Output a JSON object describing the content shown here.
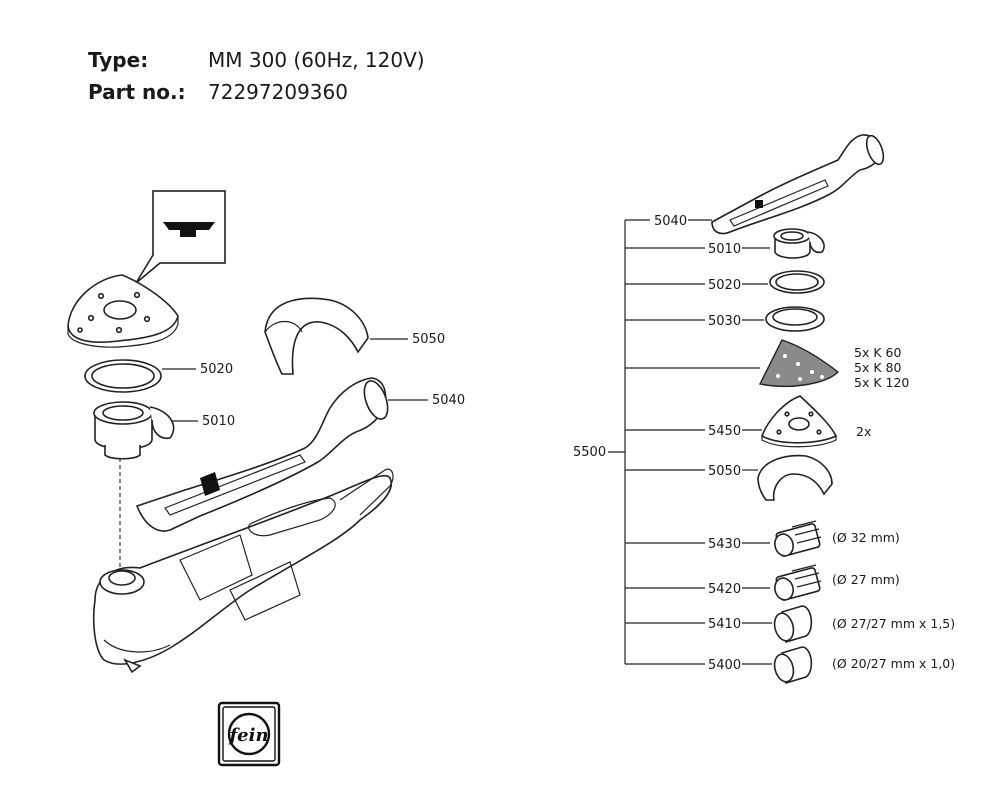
{
  "header": {
    "type_label": "Type:",
    "type_value": "MM 300 (60Hz, 120V)",
    "part_label": "Part no.:",
    "part_value": "72297209360"
  },
  "left_callouts": [
    "5050",
    "5020",
    "5010",
    "5040"
  ],
  "right_tree": {
    "root": "5500",
    "items": [
      {
        "no": "5040",
        "note": ""
      },
      {
        "no": "5010",
        "note": ""
      },
      {
        "no": "5020",
        "note": ""
      },
      {
        "no": "5030",
        "note": ""
      },
      {
        "no": "",
        "note_lines": [
          "5x K 60",
          "5x K 80",
          "5x K 120"
        ]
      },
      {
        "no": "5450",
        "note": "2x"
      },
      {
        "no": "5050",
        "note": ""
      },
      {
        "no": "5430",
        "note": "(Ø 32 mm)"
      },
      {
        "no": "5420",
        "note": "(Ø 27 mm)"
      },
      {
        "no": "5410",
        "note": "(Ø 27/27 mm x 1,5)"
      },
      {
        "no": "5400",
        "note": "(Ø 20/27 mm x 1,0)"
      }
    ]
  },
  "logo": {
    "text": "fein"
  }
}
